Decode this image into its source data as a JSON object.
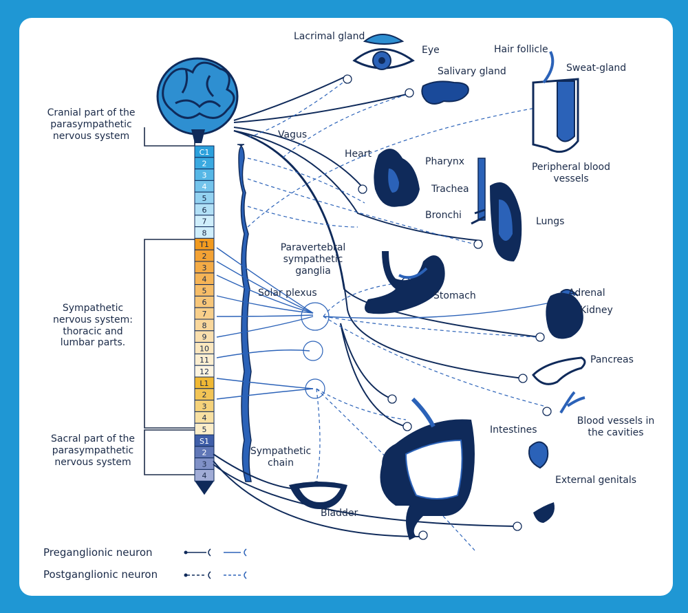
{
  "colors": {
    "background": "#1f97d4",
    "panel": "#ffffff",
    "dark_navy": "#0f2a5a",
    "blue": "#2b62b8",
    "cranial": [
      "#2aa0dc",
      "#3aa9e0",
      "#56b7e6",
      "#74c4ec",
      "#93d2f1",
      "#b2e0f6",
      "#cfeefb"
    ],
    "thoracic": [
      "#f29a1e",
      "#f3a234",
      "#f4ab45",
      "#f5b456",
      "#f6bd68",
      "#f7c679",
      "#f8cf8a",
      "#f9d79b",
      "#fadfad",
      "#fbe7be",
      "#fceed0",
      "#fdf4e0"
    ],
    "lumbar": [
      "#f0b833",
      "#f2c455",
      "#f5d27a",
      "#f8e0a1",
      "#fbedc8"
    ],
    "sacral": [
      "#3f5ea8",
      "#6077b7",
      "#8091c7",
      "#a1acd6"
    ]
  },
  "labels": {
    "cranial": "Cranial part of the parasympathetic nervous system",
    "sympathetic": "Sympathetic nervous system: thoracic and lumbar parts.",
    "sacral": "Sacral part of the parasympathetic nervous system",
    "vagus": "Vagus",
    "paravertebral": "Paravertebral sympathetic ganglia",
    "solar_plexus": "Solar plexus",
    "sympathetic_chain": "Sympathetic chain",
    "lacrimal": "Lacrimal gland",
    "eye": "Eye",
    "salivary": "Salivary gland",
    "hair_follicle": "Hair follicle",
    "sweat_gland": "Sweat-gland",
    "peripheral_vessels": "Peripheral blood vessels",
    "heart": "Heart",
    "pharynx": "Pharynx",
    "trachea": "Trachea",
    "bronchi": "Bronchi",
    "lungs": "Lungs",
    "stomach": "Stomach",
    "adrenal": "Adrenal",
    "kidney": "Kidney",
    "pancreas": "Pancreas",
    "blood_vessels_cavities": "Blood vessels in the cavities",
    "intestines": "Intestines",
    "external_genitals": "External genitals",
    "bladder": "Bladder"
  },
  "spine": {
    "cervical": [
      "C1",
      "2",
      "3",
      "4",
      "5",
      "6",
      "7",
      "8"
    ],
    "thoracic": [
      "T1",
      "2",
      "3",
      "4",
      "5",
      "6",
      "7",
      "8",
      "9",
      "10",
      "11",
      "12"
    ],
    "lumbar": [
      "L1",
      "2",
      "3",
      "4",
      "5"
    ],
    "sacral": [
      "S1",
      "2",
      "3",
      "4"
    ]
  },
  "legend": {
    "preganglionic": "Preganglionic neuron",
    "postganglionic": "Postganglionic neuron"
  }
}
